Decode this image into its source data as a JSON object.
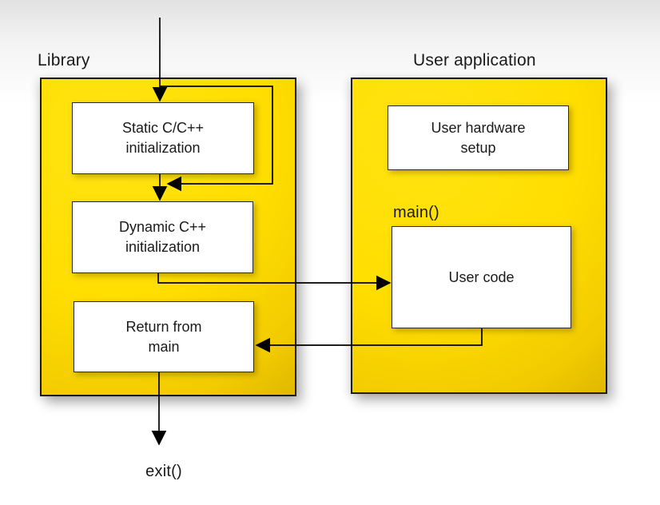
{
  "library": {
    "label": "Library",
    "static_box": "Static C/C++\ninitialization",
    "dynamic_box": "Dynamic C++\ninitialization",
    "return_box": "Return from\nmain"
  },
  "user_application": {
    "label": "User application",
    "hardware_box": "User hardware\nsetup",
    "main_label": "main()",
    "user_code_box": "User code"
  },
  "exit_label": "exit()",
  "colors": {
    "panel_yellow": "#FFDD00",
    "panel_gold_edge": "#C39E04",
    "panel_border": "#1B1B1B",
    "node_background": "#FFFFFF",
    "node_border": "#2B2B2B",
    "arrow": "#000000",
    "text": "#1A1A1A"
  }
}
